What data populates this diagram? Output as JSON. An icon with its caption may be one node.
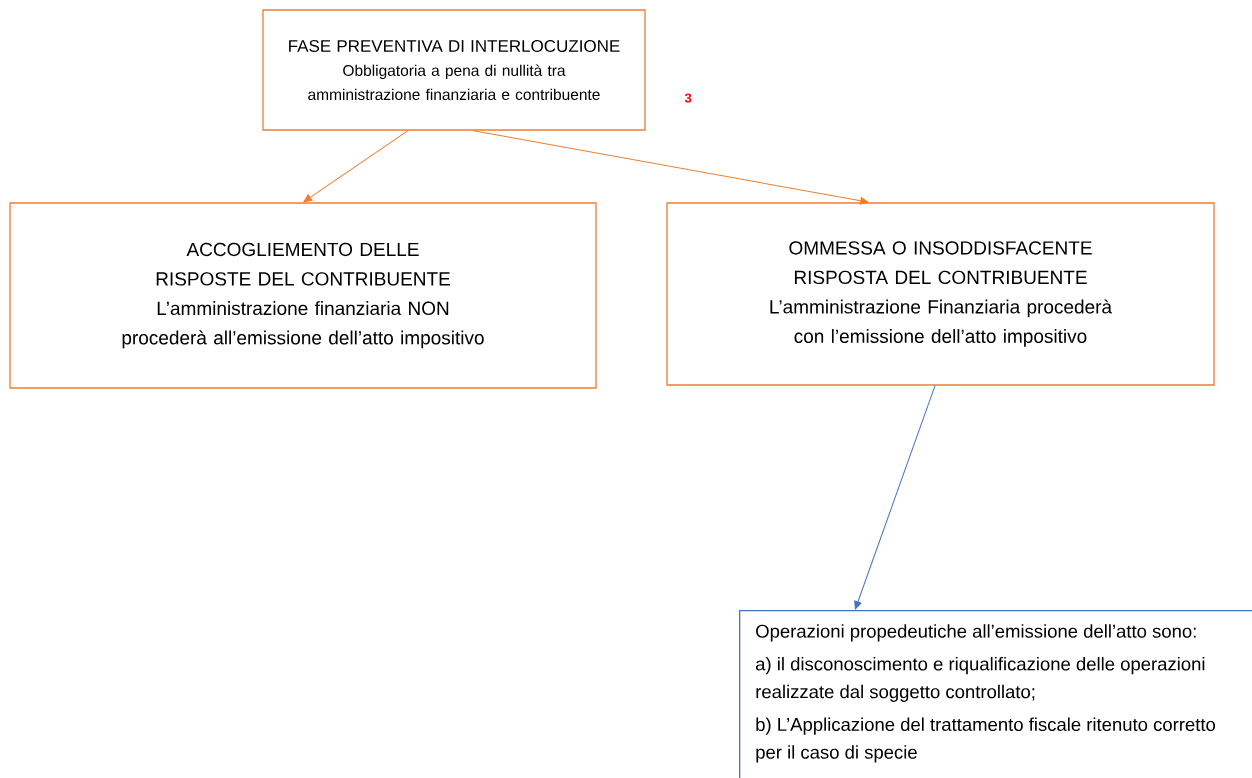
{
  "diagram": {
    "nodes": [
      {
        "text": [
          "FASE PREVENTIVA DI INTERLOCUZIONE",
          "Obbligatoria a pena di nullità tra amministrazione finanziaria e contribuente"
        ],
        "beside": [
          "3"
        ]
      },
      {
        "text": [
          "ACCOGLIEMENTO DELLE RISPOSTE DEL CONTRIBUENTE",
          "L’amministrazione finanziaria NON procederà all’emissione dell’atto impositivo"
        ]
      },
      {
        "text": [
          "OMMESSA O INSODDISFACENTE RISPOSTA DEL CONTRIBUENTE",
          "L’amministrazione Finanziaria procederà con l’emissione dell’atto impositivo"
        ]
      },
      {
        "text": [
          "Operazioni propedeutiche all’emissione dell’atto sono:",
          "a) il disconoscimento e riqualificazione delle operazioni realizzate dal soggetto controllato;",
          "b) L’Applicazione del trattamento fiscale ritenuto corretto per il caso di specie"
        ]
      }
    ],
    "edges": [
      {
        "from": 0,
        "to": 1,
        "arrow": "to"
      },
      {
        "from": 0,
        "to": 2,
        "arrow": "to"
      },
      {
        "from": 2,
        "to": 3,
        "arrow": "to",
        "color": "#4472c4"
      }
    ]
  }
}
